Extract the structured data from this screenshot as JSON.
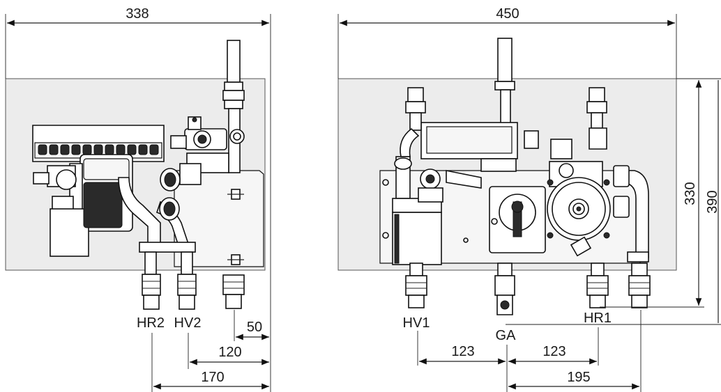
{
  "left_view": {
    "dims": {
      "width": "338",
      "d50": "50",
      "d120": "120",
      "d170": "170"
    },
    "labels": {
      "hr2": "HR2",
      "hv2": "HV2"
    }
  },
  "right_view": {
    "dims": {
      "width": "450",
      "d123a": "123",
      "d123b": "123",
      "d195": "195",
      "h330": "330",
      "h390": "390"
    },
    "labels": {
      "hv1": "HV1",
      "ga": "GA",
      "hr1": "HR1"
    }
  }
}
